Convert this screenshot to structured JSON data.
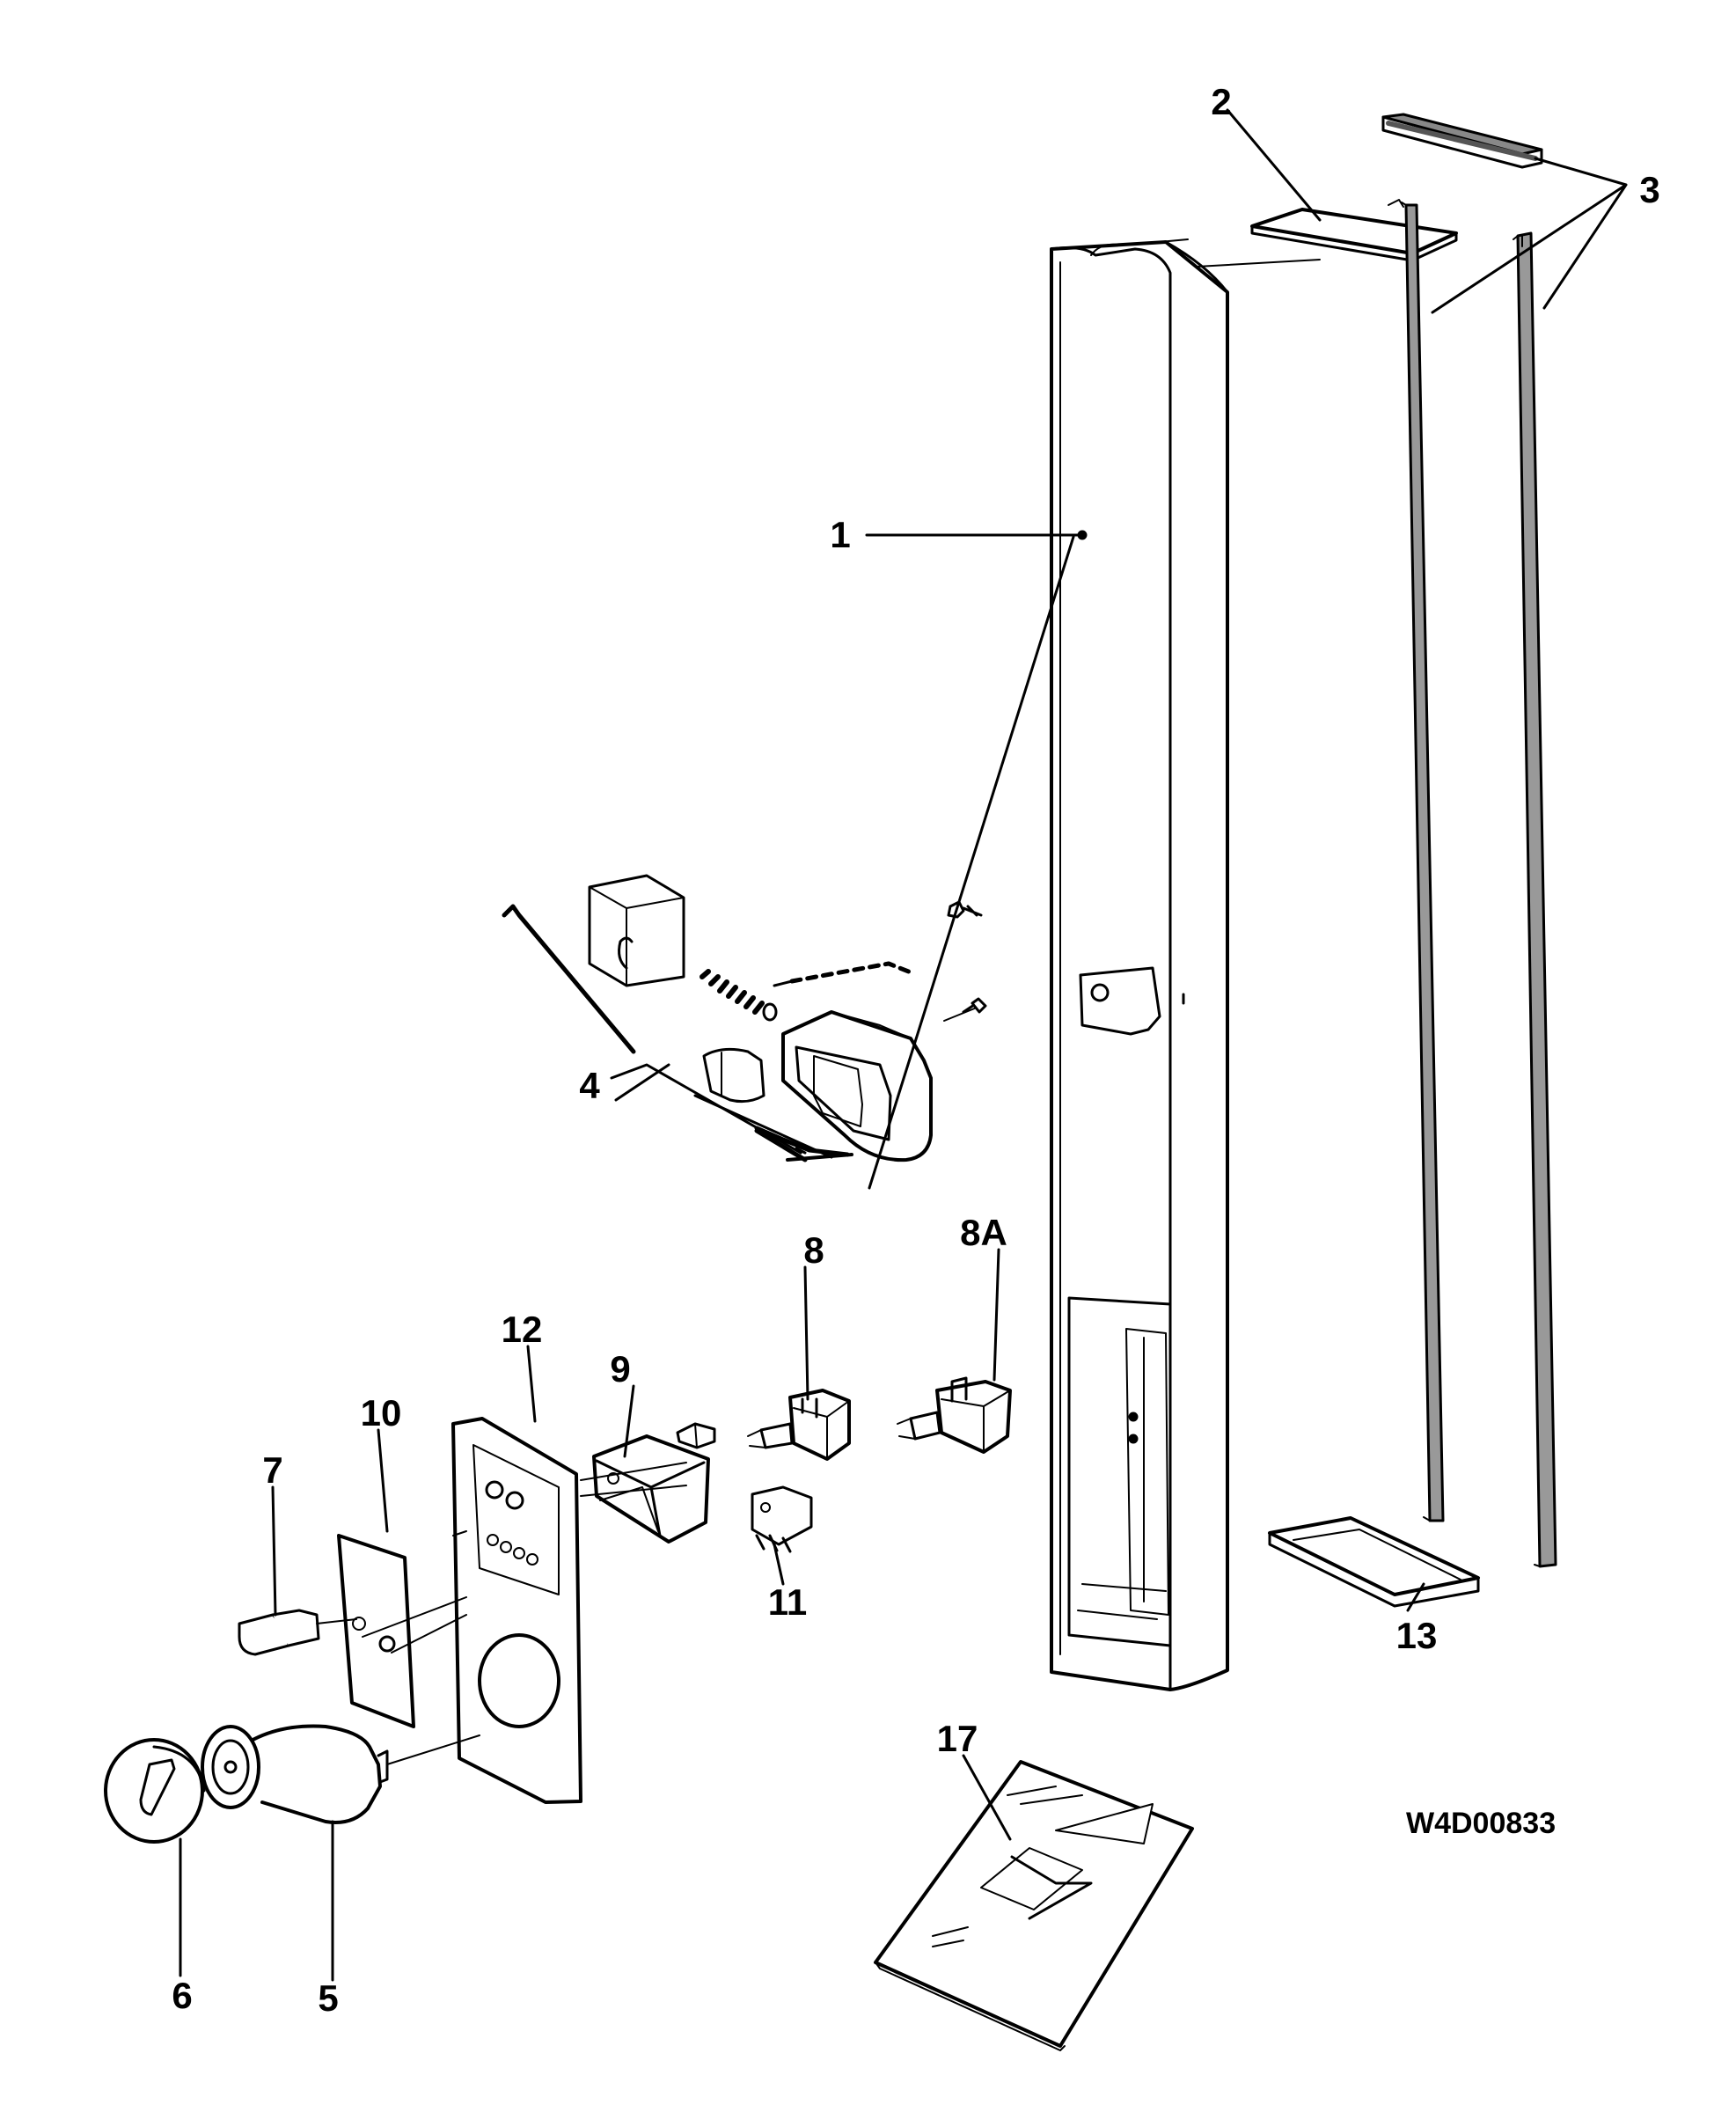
{
  "diagram": {
    "labels": {
      "l1": "1",
      "l2": "2",
      "l3": "3",
      "l4": "4",
      "l5": "5",
      "l6": "6",
      "l7": "7",
      "l8": "8",
      "l8a": "8A",
      "l9": "9",
      "l10": "10",
      "l11": "11",
      "l12": "12",
      "l13": "13",
      "l17": "17"
    },
    "drawing_code": "W4D00833"
  }
}
